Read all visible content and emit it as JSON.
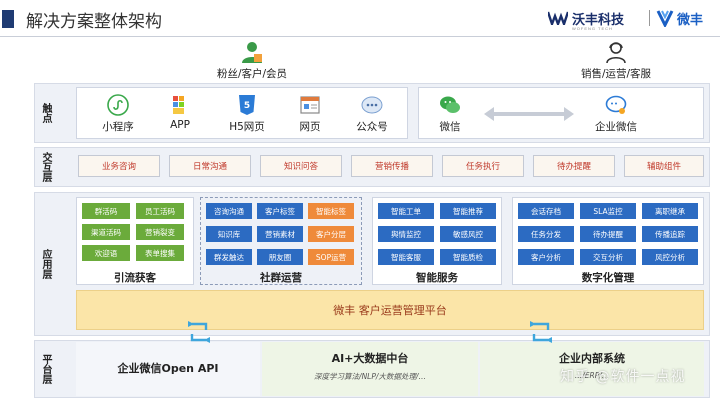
{
  "header": {
    "title": "解决方案整体架构",
    "brand1": "沃丰科技",
    "brand1_sub": "WOFENG TECH",
    "brand2": "微丰"
  },
  "personas": {
    "left": "粉丝/客户/会员",
    "right": "销售/运营/客服"
  },
  "rows": {
    "touch": "触点",
    "frontend": "交互层",
    "app": "应用层",
    "platform": "平台层"
  },
  "touchpoints": {
    "left": [
      "小程序",
      "APP",
      "H5网页",
      "网页",
      "公众号"
    ],
    "right": [
      "微信",
      "企业微信"
    ]
  },
  "frontend_tags": [
    "业务咨询",
    "日常沟通",
    "知识问答",
    "营销传播",
    "任务执行",
    "待办提醒",
    "辅助组件"
  ],
  "groups": {
    "acquire": {
      "title": "引流获客",
      "chips": [
        "群活码",
        "员工活码",
        "渠道活码",
        "营销裂变",
        "欢迎语",
        "表单搜集"
      ]
    },
    "community": {
      "title": "社群运营",
      "chips": [
        "咨询沟通",
        "客户标签",
        "智能标签",
        "知识库",
        "营销素材",
        "客户分层",
        "群发触达",
        "朋友圈",
        "SOP运营"
      ]
    },
    "smart": {
      "title": "智能服务",
      "chips": [
        "智能工单",
        "智能推荐",
        "舆情监控",
        "敏感风控",
        "智能客服",
        "智能质检"
      ]
    },
    "digital": {
      "title": "数字化管理",
      "chips": [
        "会话存档",
        "SLA监控",
        "离职继承",
        "任务分发",
        "待办提醒",
        "传播追踪",
        "客户分析",
        "交互分析",
        "风控分析"
      ]
    }
  },
  "mgmt_bar": "微丰 客户运营管理平台",
  "platform": {
    "left": "企业微信Open API",
    "center": "AI+大数据中台",
    "center_sub": "深度学习算法/NLP/大数据处理/…",
    "right": "企业内部系统",
    "right_sub": "…/ERP/…"
  },
  "watermark": "知乎 @软件一点视",
  "colors": {
    "navy": "#1f3b73",
    "tag_text": "#c0392b",
    "green": "#6bab3b",
    "blue": "#2c6bc2",
    "orange": "#ef8a3a",
    "mgmt": "#fbe5a8"
  }
}
